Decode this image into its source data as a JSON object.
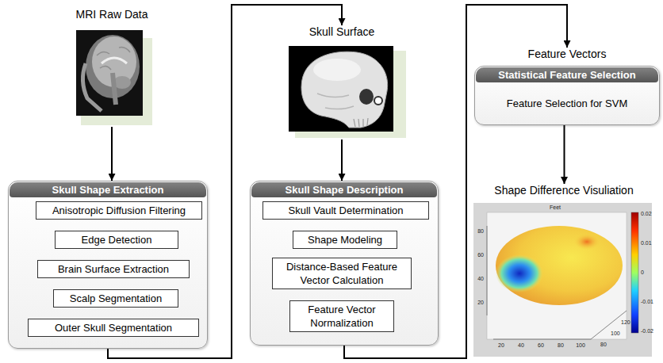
{
  "diagram": {
    "nodes": [
      {
        "text": [
          "MRI Raw Data"
        ]
      },
      {
        "text": [
          "Skull Shape Extraction"
        ]
      },
      {
        "text": [
          "Anisotropic Diffusion Filtering"
        ],
        "in": 1
      },
      {
        "text": [
          "Edge Detection"
        ],
        "in": 1
      },
      {
        "text": [
          "Brain Surface Extraction"
        ],
        "in": 1
      },
      {
        "text": [
          "Scalp Segmentation"
        ],
        "in": 1
      },
      {
        "text": [
          "Outer Skull Segmentation"
        ],
        "in": 1
      },
      {
        "text": [
          "Skull Surface"
        ]
      },
      {
        "text": [
          "Skull Shape Description"
        ]
      },
      {
        "text": [
          "Skull Vault Determination"
        ],
        "in": 8
      },
      {
        "text": [
          "Shape Modeling"
        ],
        "in": 8
      },
      {
        "text": [
          "Distance-Based Feature Vector Calculation"
        ],
        "in": 8
      },
      {
        "text": [
          "Feature Vector Normalization"
        ],
        "in": 8
      },
      {
        "text": [
          "Feature Vectors",
          "Statistical Feature Selection",
          "Feature Selection for SVM"
        ]
      },
      {
        "text": [
          "Shape Difference Visuliation"
        ]
      }
    ],
    "edges": [
      {
        "from": 0,
        "to": 1,
        "arrow": "to"
      },
      {
        "from": 2,
        "to": 3,
        "arrow": "to"
      },
      {
        "from": 3,
        "to": 4,
        "arrow": "to"
      },
      {
        "from": 4,
        "to": 5,
        "arrow": "to"
      },
      {
        "from": 5,
        "to": 6,
        "arrow": "to"
      },
      {
        "from": 1,
        "to": 7,
        "arrow": "to"
      },
      {
        "from": 7,
        "to": 8,
        "arrow": "to"
      },
      {
        "from": 9,
        "to": 10,
        "arrow": "to"
      },
      {
        "from": 10,
        "to": 11,
        "arrow": "to"
      },
      {
        "from": 11,
        "to": 12,
        "arrow": "to"
      },
      {
        "from": 8,
        "to": 13,
        "arrow": "to"
      },
      {
        "from": 13,
        "to": 14,
        "arrow": "to"
      }
    ],
    "labels": [
      "Feet",
      "0.02",
      "0.01",
      "0",
      "-0.01",
      "-0.02",
      "80",
      "60",
      "40",
      "20",
      "20",
      "40",
      "60",
      "80",
      "100",
      "80",
      "100",
      "120"
    ]
  }
}
